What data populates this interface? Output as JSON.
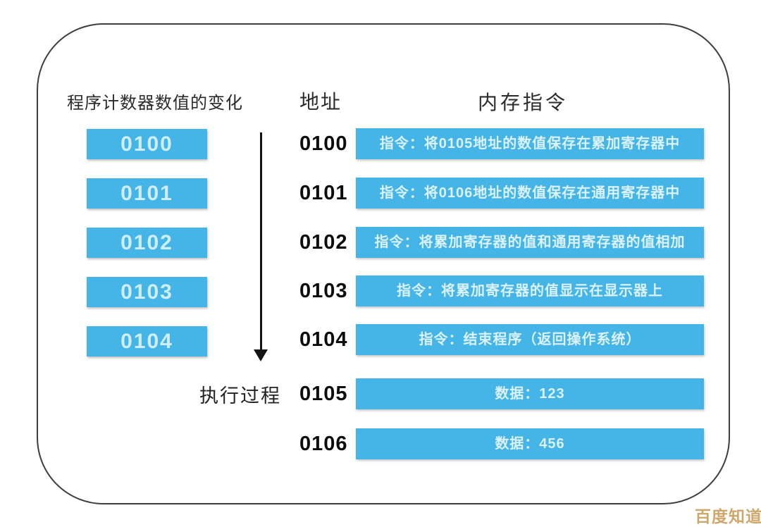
{
  "diagram": {
    "left_column": {
      "header": "程序计数器数值的变化",
      "values": [
        "0100",
        "0101",
        "0102",
        "0103",
        "0104"
      ]
    },
    "arrow_label": "执行过程",
    "address_header": "地址",
    "memory_header": "内存指令",
    "memory_rows": [
      {
        "address": "0100",
        "content": "指令：将0105地址的数值保存在累加寄存器中"
      },
      {
        "address": "0101",
        "content": "指令：将0106地址的数值保存在通用寄存器中"
      },
      {
        "address": "0102",
        "content": "指令：将累加寄存器的值和通用寄存器的值相加"
      },
      {
        "address": "0103",
        "content": "指令：将累加寄存器的值显示在显示器上"
      },
      {
        "address": "0104",
        "content": "指令：结束程序（返回操作系统）"
      },
      {
        "address": "0105",
        "content": "数据：123"
      },
      {
        "address": "0106",
        "content": "数据：456"
      }
    ],
    "watermark": "百度知道",
    "colors": {
      "box_blue": "#45b4e6",
      "box_text_light": "#daf2fb",
      "text_dark": "#0c0c0c",
      "frame_border": "#3e3e3e",
      "watermark_gold": "#caa061"
    }
  }
}
